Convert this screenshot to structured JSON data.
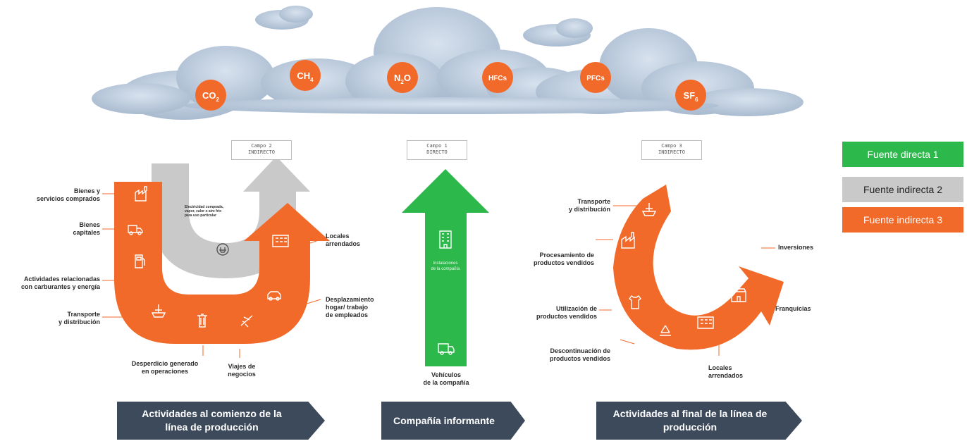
{
  "gases": [
    {
      "label": "CO",
      "sub": "2"
    },
    {
      "label": "CH",
      "sub": "4"
    },
    {
      "label": "N",
      "sub": "2",
      "suffix": "O"
    },
    {
      "label": "HFCs",
      "sub": ""
    },
    {
      "label": "PFCs",
      "sub": ""
    },
    {
      "label": "SF",
      "sub": "6"
    }
  ],
  "scopes": {
    "scope2": {
      "title": "Campo 2",
      "type": "INDIRECTO"
    },
    "scope1": {
      "title": "Campo 1",
      "type": "DIRECTO"
    },
    "scope3": {
      "title": "Campo 3",
      "type": "INDIRECTO"
    }
  },
  "upstream_labels": {
    "bienes_servicios": "Bienes y\nservicios comprados",
    "bienes_capitales": "Bienes\ncapitales",
    "carburantes": "Actividades relacionadas\ncon carburantes y energía",
    "transporte": "Transporte\ny distribución",
    "desperdicio": "Desperdicio generado\nen operaciones",
    "viajes": "Viajes de\nnegocios",
    "desplazamiento": "Desplazamiento\nhogar/ trabajo\nde empleados",
    "locales": "Locales\narrendados",
    "electricidad": "Electricidad comprada,\nvapor, calor o aire frío\npara uso particular"
  },
  "direct_labels": {
    "instalaciones": "Instalaciones\nde la compañía",
    "vehiculos": "Vehículos\nde la compañía"
  },
  "downstream_labels": {
    "transporte": "Transporte\ny distribución",
    "procesamiento": "Procesamiento de\nproductos vendidos",
    "utilizacion": "Utilización de\nproductos vendidos",
    "descontinuacion": "Descontinuación de\nproductos vendidos",
    "locales": "Locales\narrendados",
    "franquicias": "Franquicias",
    "inversiones": "Inversiones"
  },
  "legend": [
    {
      "label": "Fuente directa 1",
      "color": "#2db84c"
    },
    {
      "label": "Fuente indirecta 2",
      "color": "#c9c9c9",
      "text_color": "#222222"
    },
    {
      "label": "Fuente indirecta 3",
      "color": "#f26a2a"
    }
  ],
  "banners": {
    "upstream": "Actividades al comienzo de la\nlínea de producción",
    "company": "Compañía informante",
    "downstream": "Actividades al final de la línea de\nproducción"
  },
  "colors": {
    "orange": "#f26a2a",
    "green": "#2db84c",
    "gray": "#c9c9c9",
    "banner": "#3d4a5c",
    "cloud": "#b9c7d8"
  },
  "icons": [
    "factory-icon",
    "truck-icon",
    "fuel-icon",
    "ship-icon",
    "trash-icon",
    "plane-icon",
    "car-icon",
    "building-icon",
    "plug-icon",
    "recycle-icon",
    "store-icon",
    "money-icon",
    "shirt-icon"
  ]
}
